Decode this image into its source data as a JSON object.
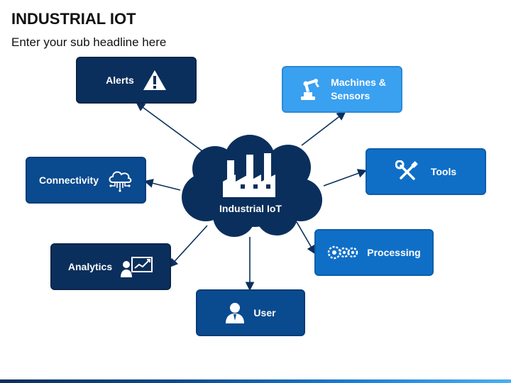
{
  "slide": {
    "title": "INDUSTRIAL IOT",
    "subtitle": "Enter your sub headline here"
  },
  "center": {
    "label": "Industrial IoT",
    "icon": "factory-icon",
    "color": "#0b2f5c"
  },
  "nodes": {
    "alerts": {
      "label": "Alerts",
      "icon": "warning-icon"
    },
    "machines": {
      "label_lines": [
        "Machines &",
        "Sensors"
      ],
      "icon": "robot-arm-icon"
    },
    "tools": {
      "label": "Tools",
      "icon": "wrench-screwdriver-icon"
    },
    "processing": {
      "label": "Processing",
      "icon": "gears-icon"
    },
    "user": {
      "label": "User",
      "icon": "user-icon"
    },
    "analytics": {
      "label": "Analytics",
      "icon": "presentation-chart-icon"
    },
    "connectivity": {
      "label": "Connectivity",
      "icon": "cloud-network-icon"
    }
  },
  "colors": {
    "dark_navy": "#0b2f5c",
    "navy": "#0a4a8f",
    "blue": "#0f6fc7",
    "light_blue": "#3aa0f0",
    "connector": "#0b2f5c"
  }
}
